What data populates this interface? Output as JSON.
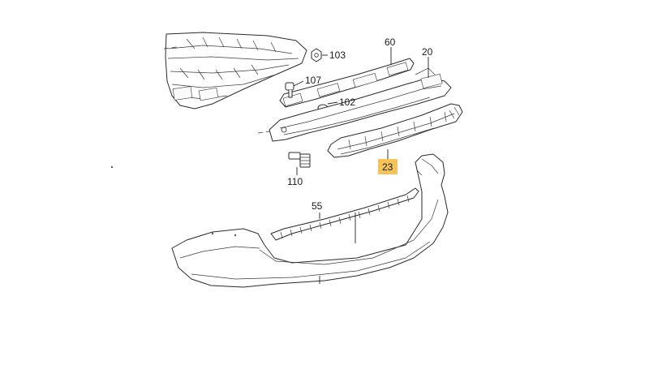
{
  "callouts": {
    "c103": "103",
    "c60": "60",
    "c20": "20",
    "c107": "107",
    "c102": "102",
    "c23": "23",
    "c110": "110",
    "c55": "55"
  },
  "highlight_color": "#f5c35a"
}
